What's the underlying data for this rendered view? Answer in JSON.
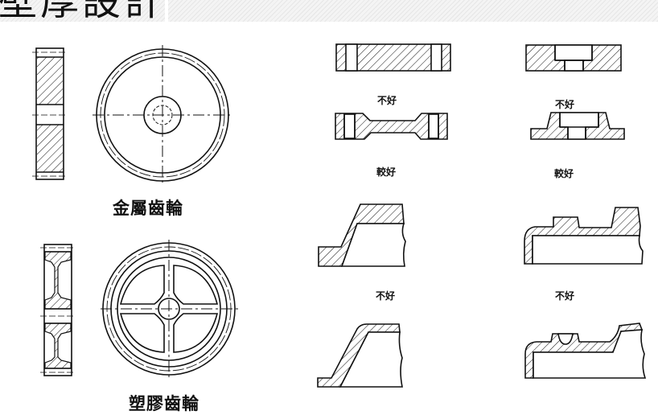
{
  "header": {
    "title": "壁厚設計"
  },
  "figures": {
    "metal_gear": {
      "caption": "金屬齒輪"
    },
    "plastic_gear": {
      "caption": "塑膠齒輪"
    },
    "examples": [
      {
        "id": "flat-plate-holes",
        "verdict": "不好"
      },
      {
        "id": "thinned-plate-holes",
        "verdict": "較好"
      },
      {
        "id": "block-stepped-hole",
        "verdict": "不好"
      },
      {
        "id": "boss-stepped-hole",
        "verdict": "較好"
      },
      {
        "id": "sloped-thick-wall",
        "verdict": "不好"
      },
      {
        "id": "sloped-uniform-wall",
        "verdict": ""
      },
      {
        "id": "ribbed-thick-wall",
        "verdict": "不好"
      },
      {
        "id": "ribbed-uniform-wall",
        "verdict": ""
      }
    ]
  },
  "colors": {
    "line": "#111111",
    "background": "#ffffff",
    "header_band": "#f4f4f4"
  }
}
